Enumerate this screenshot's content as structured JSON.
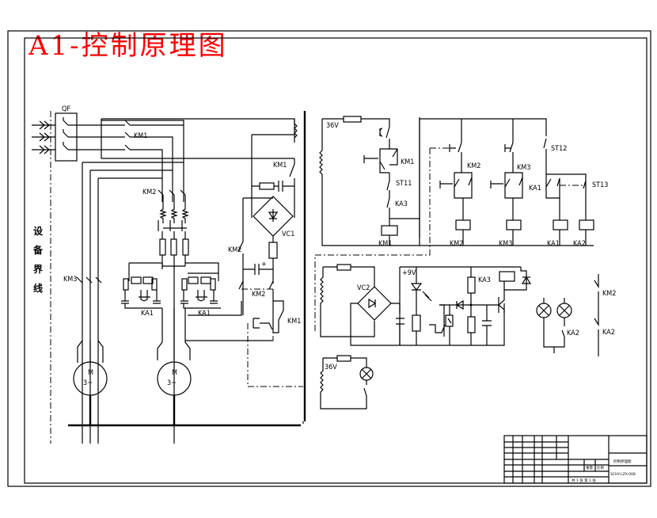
{
  "title": "A1-控制原理图",
  "colors": {
    "title": "#ff0000",
    "line": "#000000",
    "background": "#ffffff"
  },
  "boundary_label": [
    "设",
    "备",
    "界",
    "线"
  ],
  "power": {
    "breaker": "QF",
    "contactors": {
      "km1_main": "KM1",
      "km2_main": "KM2",
      "km3_main": "KM3"
    },
    "relay_blocks": [
      "KA1",
      "KA1"
    ],
    "motors": [
      {
        "label": "M",
        "sub": "3~"
      },
      {
        "label": "M",
        "sub": "3~"
      }
    ]
  },
  "brake_circuit": {
    "km1_contact": "KM1",
    "rectifier": "VC1",
    "km2_contact_a": "KM2",
    "km2_contact_b": "KM2",
    "km1_button": "KM1"
  },
  "control_circuit": {
    "supply": "36V",
    "km1_hold": "KM1",
    "st11": "ST11",
    "ka3": "KA3",
    "coil_km1": "KM1",
    "km2_hold": "KM2",
    "km3_hold": "KM3",
    "st12": "ST12",
    "ka1_contact": "KA1",
    "st13": "ST13",
    "coils": [
      "KM2",
      "KM3",
      "KA1",
      "KA2"
    ]
  },
  "sensor_circuit": {
    "rectifier": "VC2",
    "voltage": "+9V",
    "relay": "KA3"
  },
  "lamp_circuit": {
    "supply": "36V",
    "ka2_contact": "KA2",
    "side_contacts": [
      "KM2",
      "KA2"
    ]
  },
  "title_block": {
    "drawing_no": "SCHY-LZX-008",
    "name": "控制原理图",
    "sheet": "共 1 张 第 1 张",
    "scale_label": "比例",
    "weight_label": "重量"
  }
}
